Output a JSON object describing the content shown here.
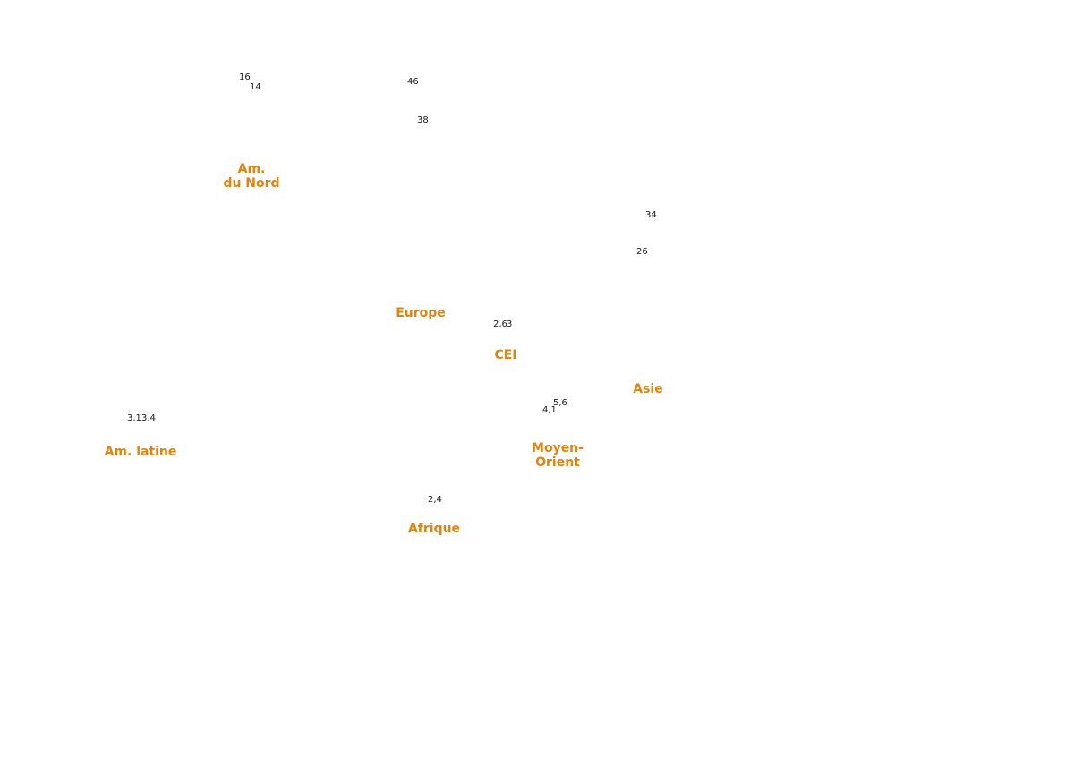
{
  "colors": {
    "region_label": "#e0830f",
    "value_label": "#1a1a1a",
    "background": "#ffffff"
  },
  "regions": [
    {
      "id": "north-america",
      "label_lines": [
        "Am.",
        "du Nord"
      ],
      "values": [
        "16",
        "14"
      ]
    },
    {
      "id": "europe",
      "label_lines": [
        "Europe"
      ],
      "values": [
        "46",
        "38"
      ]
    },
    {
      "id": "asia",
      "label_lines": [
        "Asie"
      ],
      "values": [
        "34",
        "26"
      ]
    },
    {
      "id": "cis",
      "label_lines": [
        "CEI"
      ],
      "values": [
        "2,6",
        "3"
      ]
    },
    {
      "id": "latin-america",
      "label_lines": [
        "Am. latine"
      ],
      "values": [
        "3,1",
        "3,4"
      ]
    },
    {
      "id": "middle-east",
      "label_lines": [
        "Moyen-",
        "Orient"
      ],
      "values": [
        "4,1",
        "5,6"
      ]
    },
    {
      "id": "africa",
      "label_lines": [
        "Afrique"
      ],
      "values": [
        "2,4"
      ]
    }
  ]
}
